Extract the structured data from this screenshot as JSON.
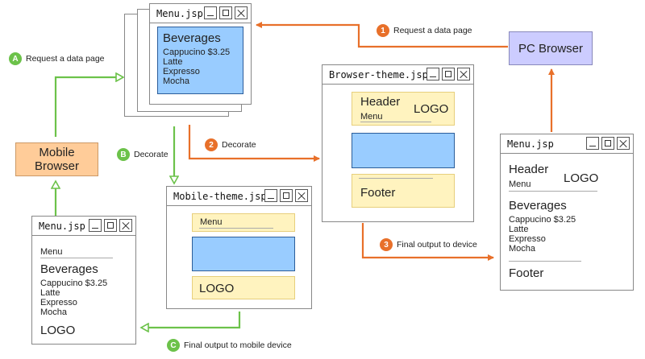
{
  "windows": {
    "menu_top": {
      "title": "Menu.jsp",
      "heading": "Beverages",
      "items": [
        "Cappucino $3.25",
        "Latte",
        "Expresso",
        "Mocha"
      ]
    },
    "browser_theme": {
      "title": "Browser-theme.jsp",
      "header": "Header",
      "logo": "LOGO",
      "menu": "Menu",
      "footer": "Footer"
    },
    "mobile_theme": {
      "title": "Mobile-theme.jsp",
      "menu": "Menu",
      "logo": "LOGO"
    },
    "menu_pc": {
      "title": "Menu.jsp",
      "header": "Header",
      "logo": "LOGO",
      "menu": "Menu",
      "heading": "Beverages",
      "items": [
        "Cappucino $3.25",
        "Latte",
        "Expresso",
        "Mocha"
      ],
      "footer": "Footer"
    },
    "menu_mobile": {
      "title": "Menu.jsp",
      "menu": "Menu",
      "heading": "Beverages",
      "items": [
        "Cappucino $3.25",
        "Latte",
        "Expresso",
        "Mocha"
      ],
      "logo": "LOGO"
    }
  },
  "boxes": {
    "pc_browser": "PC Browser",
    "mobile_browser_line1": "Mobile",
    "mobile_browser_line2": "Browser"
  },
  "steps": {
    "s1": {
      "badge": "1",
      "label": "Request a data page"
    },
    "s2": {
      "badge": "2",
      "label": "Decorate"
    },
    "s3": {
      "badge": "3",
      "label": "Final output to device"
    },
    "sA": {
      "badge": "A",
      "label": "Request a data page"
    },
    "sB": {
      "badge": "B",
      "label": "Decorate"
    },
    "sC": {
      "badge": "C",
      "label": "Final output to mobile device"
    }
  },
  "colors": {
    "orange_flow": "#e8702a",
    "green_flow": "#6cc24a",
    "content_blue": "#99ccff",
    "theme_yellow": "#fff3bf",
    "pc_browser_fill": "#ccccff",
    "mobile_browser_fill": "#ffcc99"
  }
}
